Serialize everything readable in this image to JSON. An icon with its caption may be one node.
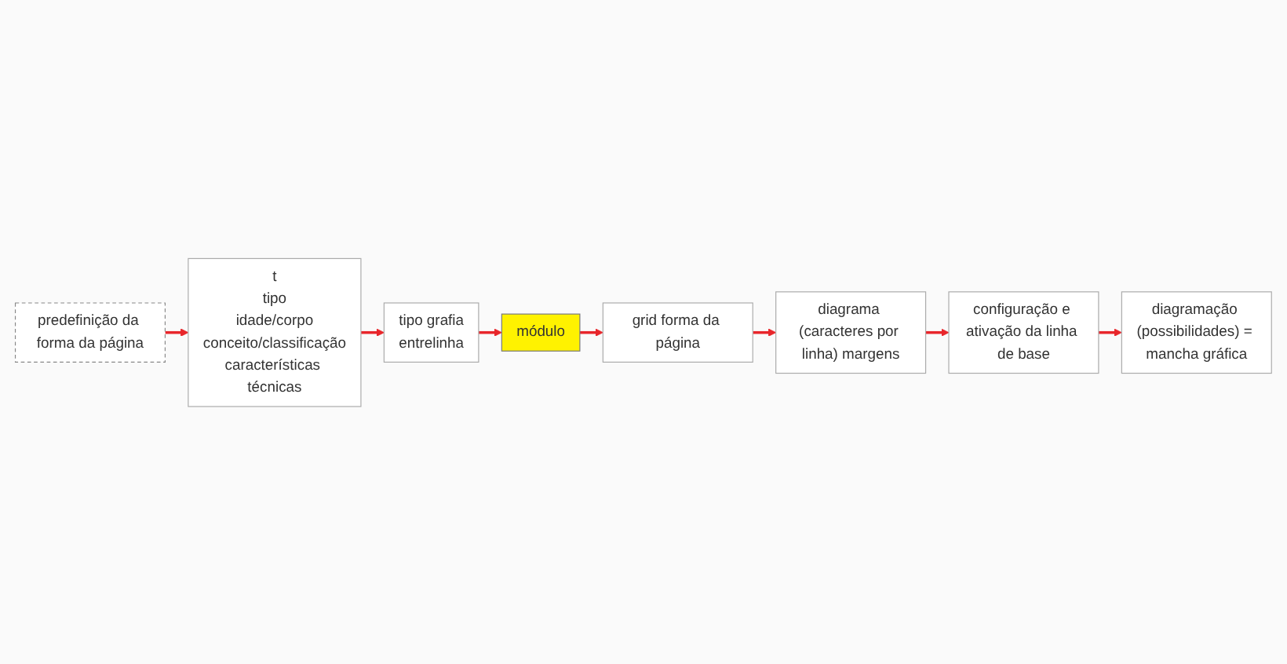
{
  "diagram": {
    "nodes": [
      {
        "text": [
          "predefinição da forma da página"
        ]
      },
      {
        "text": [
          "t",
          "tipo",
          "idade/corpo",
          "conceito/classificação",
          "características técnicas"
        ]
      },
      {
        "text": [
          "tipo grafia",
          "entrelinha"
        ]
      },
      {
        "text": [
          "módulo"
        ]
      },
      {
        "text": [
          "grid forma da página"
        ]
      },
      {
        "text": [
          "diagrama (caracteres por linha) margens"
        ]
      },
      {
        "text": [
          "configuração e ativação da linha de base"
        ]
      },
      {
        "text": [
          "diagramação (possibilidades) = mancha gráfica"
        ]
      }
    ],
    "edges": [
      {
        "from": 0,
        "to": 1,
        "arrow": "to"
      },
      {
        "from": 1,
        "to": 2,
        "arrow": "to"
      },
      {
        "from": 2,
        "to": 3,
        "arrow": "to"
      },
      {
        "from": 3,
        "to": 4,
        "arrow": "to"
      },
      {
        "from": 4,
        "to": 5,
        "arrow": "to"
      },
      {
        "from": 5,
        "to": 6,
        "arrow": "to"
      },
      {
        "from": 6,
        "to": 7,
        "arrow": "to"
      }
    ]
  }
}
